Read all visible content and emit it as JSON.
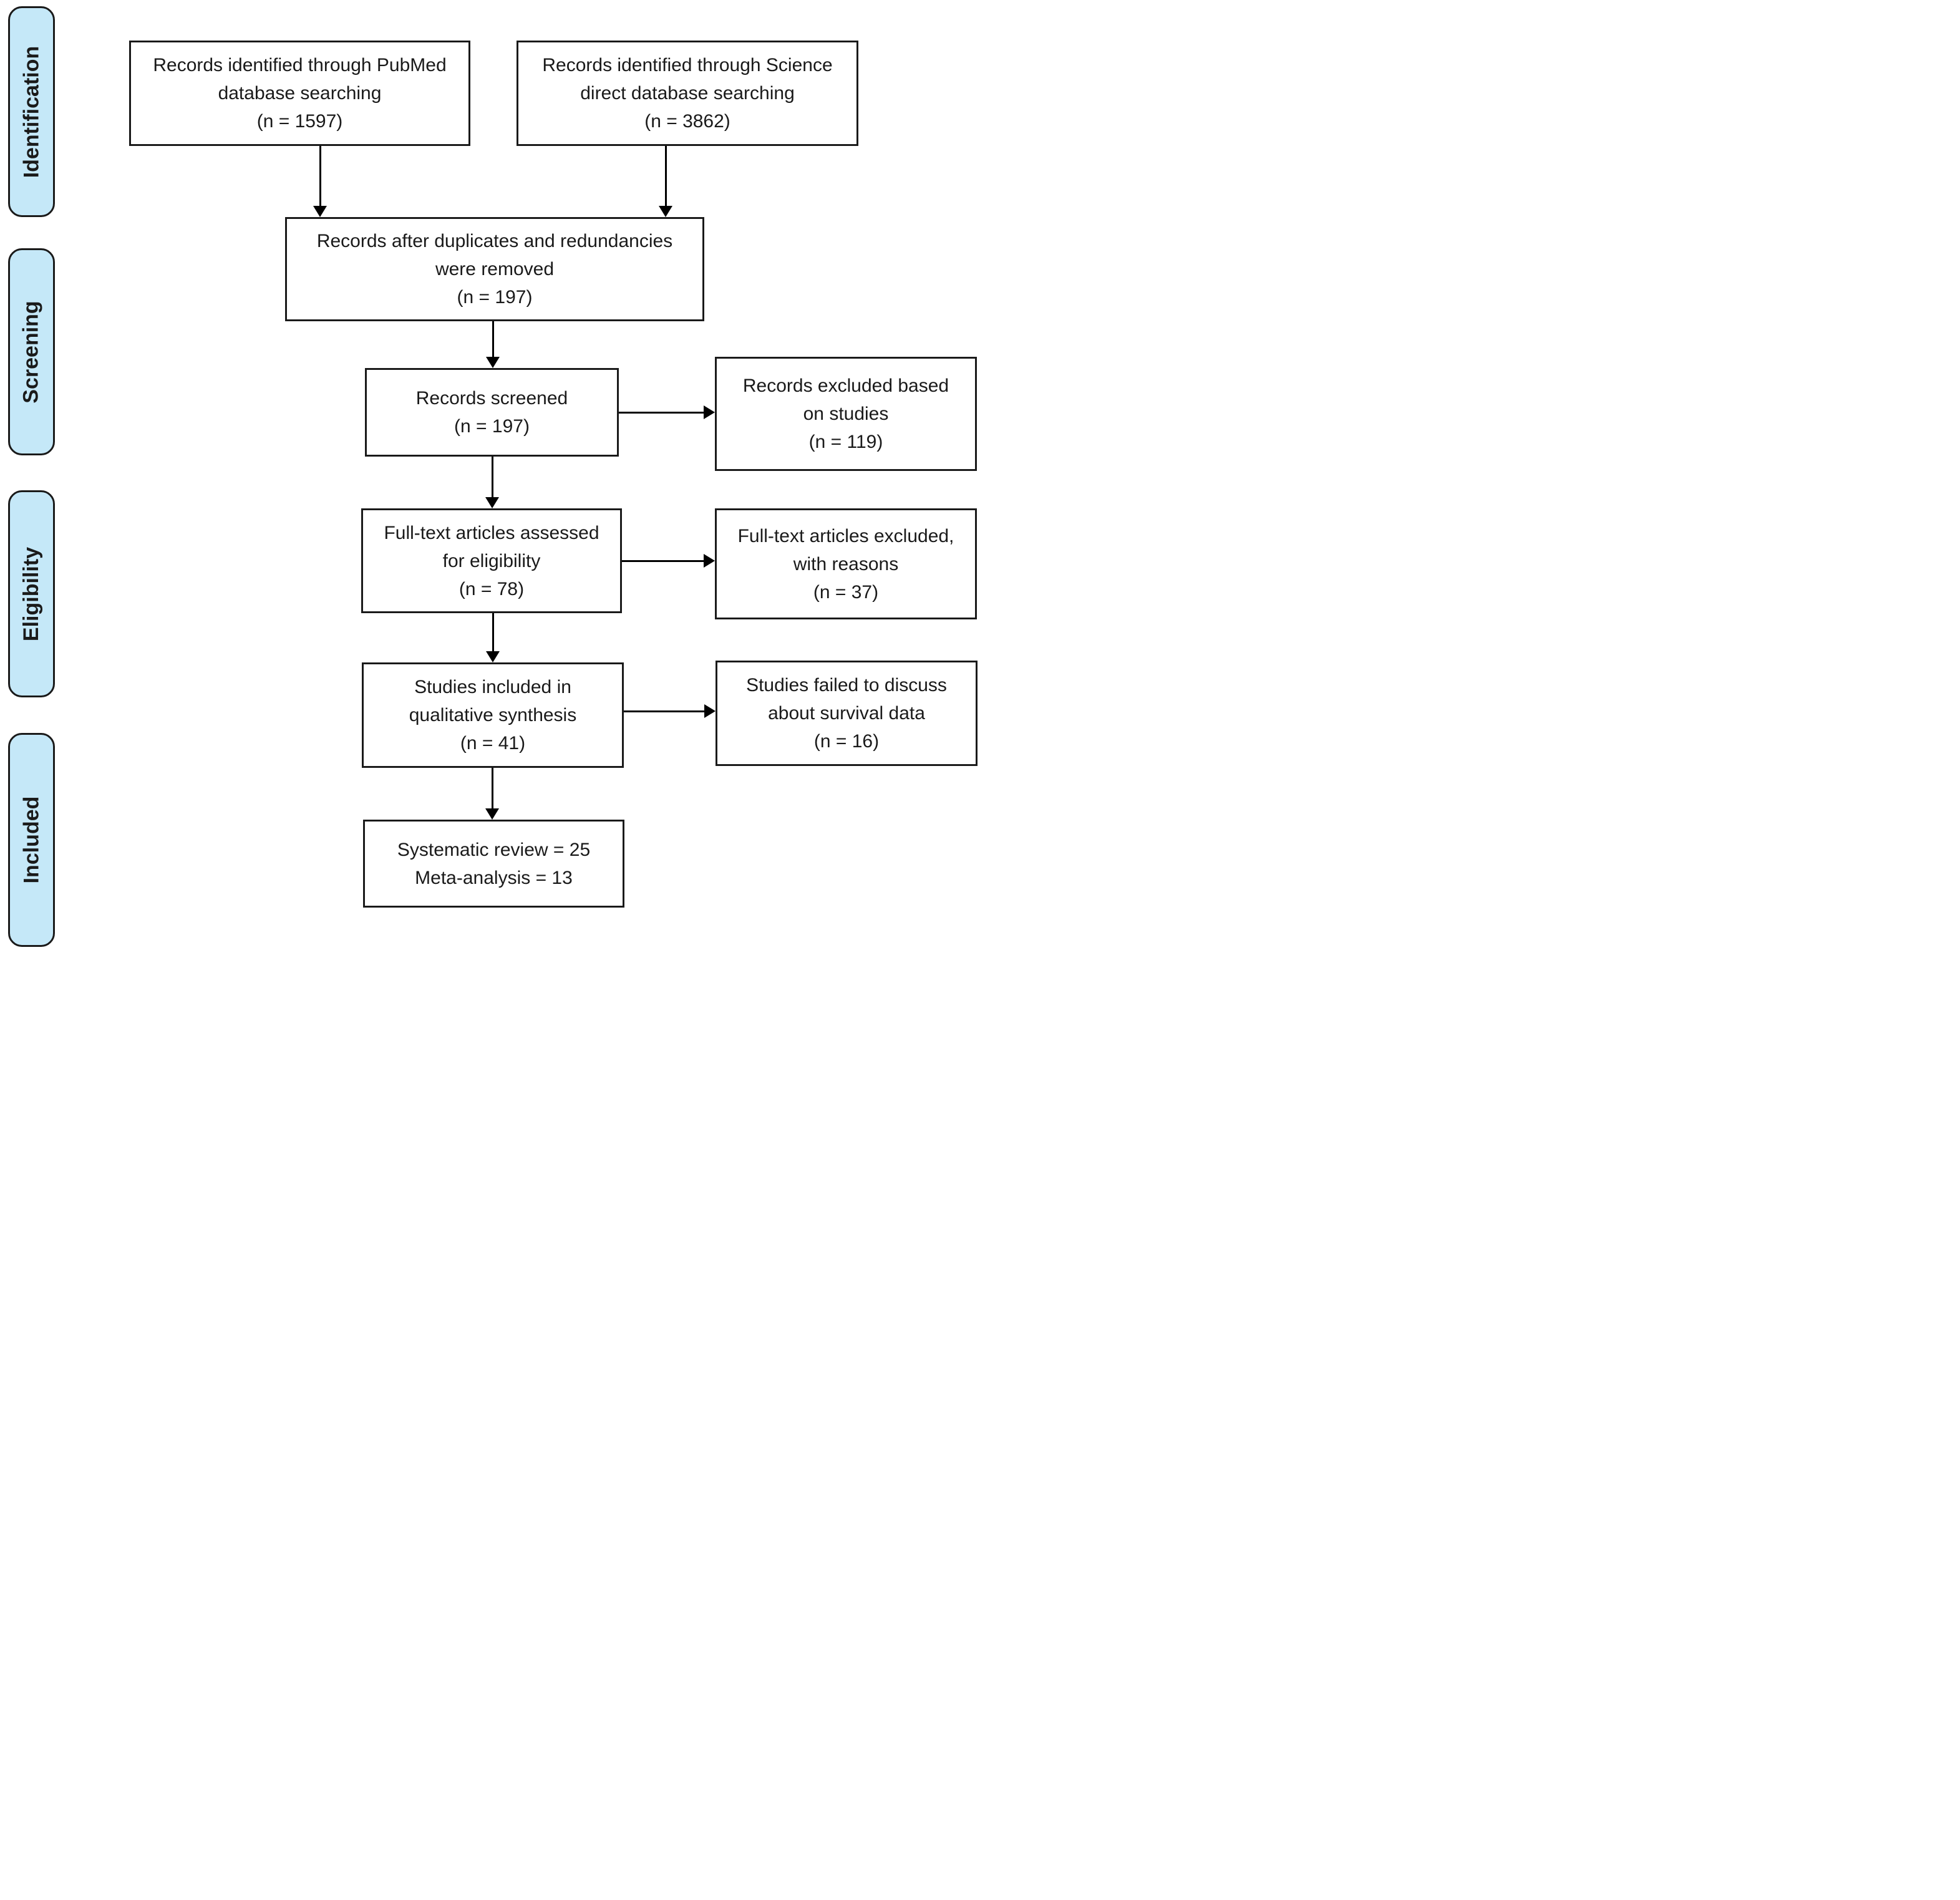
{
  "diagram_type": "prisma-flow-diagram",
  "colors": {
    "stage_fill": "#C5E8F8",
    "border": "#1A1A1A",
    "box_fill": "#FFFFFF",
    "text": "#1A1A1A",
    "arrow": "#000000"
  },
  "sidebar": {
    "identification": "Identification",
    "screening": "Screening",
    "eligibility": "Eligibility",
    "included": "Included"
  },
  "boxes": {
    "pubmed": {
      "line1": "Records identified through PubMed",
      "line2": "database searching",
      "line3": "(n = 1597)"
    },
    "sciencedirect": {
      "line1": "Records identified through Science",
      "line2": "direct database searching",
      "line3": "(n = 3862)"
    },
    "deduplicated": {
      "line1": "Records after duplicates and redundancies",
      "line2": "were removed",
      "line3": "(n = 197)"
    },
    "screened": {
      "line1": "Records screened",
      "line2": "(n = 197)"
    },
    "excluded_screening": {
      "line1": "Records excluded based",
      "line2": "on studies",
      "line3": "(n = 119)"
    },
    "fulltext": {
      "line1": "Full-text articles assessed",
      "line2": "for eligibility",
      "line3": "(n = 78)"
    },
    "excluded_fulltext": {
      "line1": "Full-text articles excluded,",
      "line2": "with reasons",
      "line3": "(n = 37)"
    },
    "qualitative": {
      "line1": "Studies included in",
      "line2": "qualitative synthesis",
      "line3": "(n = 41)"
    },
    "excluded_survival": {
      "line1": "Studies failed to discuss",
      "line2": "about survival data",
      "line3": "(n = 16)"
    },
    "final": {
      "line1": "Systematic review = 25",
      "line2": "Meta-analysis = 13"
    }
  }
}
